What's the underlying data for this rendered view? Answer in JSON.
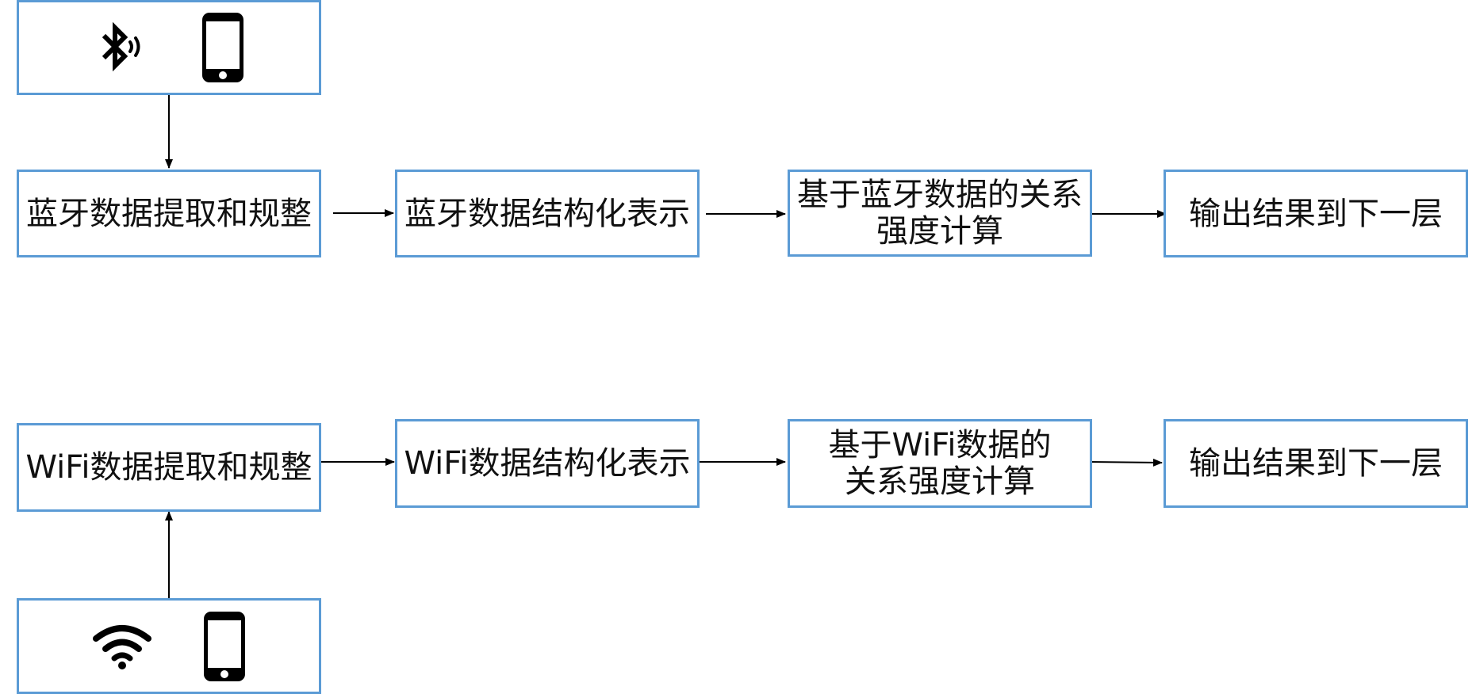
{
  "bluetooth_row": {
    "source_icons": [
      "bluetooth-icon",
      "smartphone-icon"
    ],
    "steps": [
      "蓝牙数据提取和规整",
      "蓝牙数据结构化表示",
      "基于蓝牙数据的关系\n强度计算",
      "输出结果到下一层"
    ]
  },
  "wifi_row": {
    "source_icons": [
      "wifi-icon",
      "smartphone-icon"
    ],
    "steps": [
      "WiFi数据提取和规整",
      "WiFi数据结构化表示",
      "基于WiFi数据的\n关系强度计算",
      "输出结果到下一层"
    ]
  },
  "colors": {
    "box_border": "#5b9bd5",
    "arrow": "#000000",
    "icon": "#000000"
  }
}
